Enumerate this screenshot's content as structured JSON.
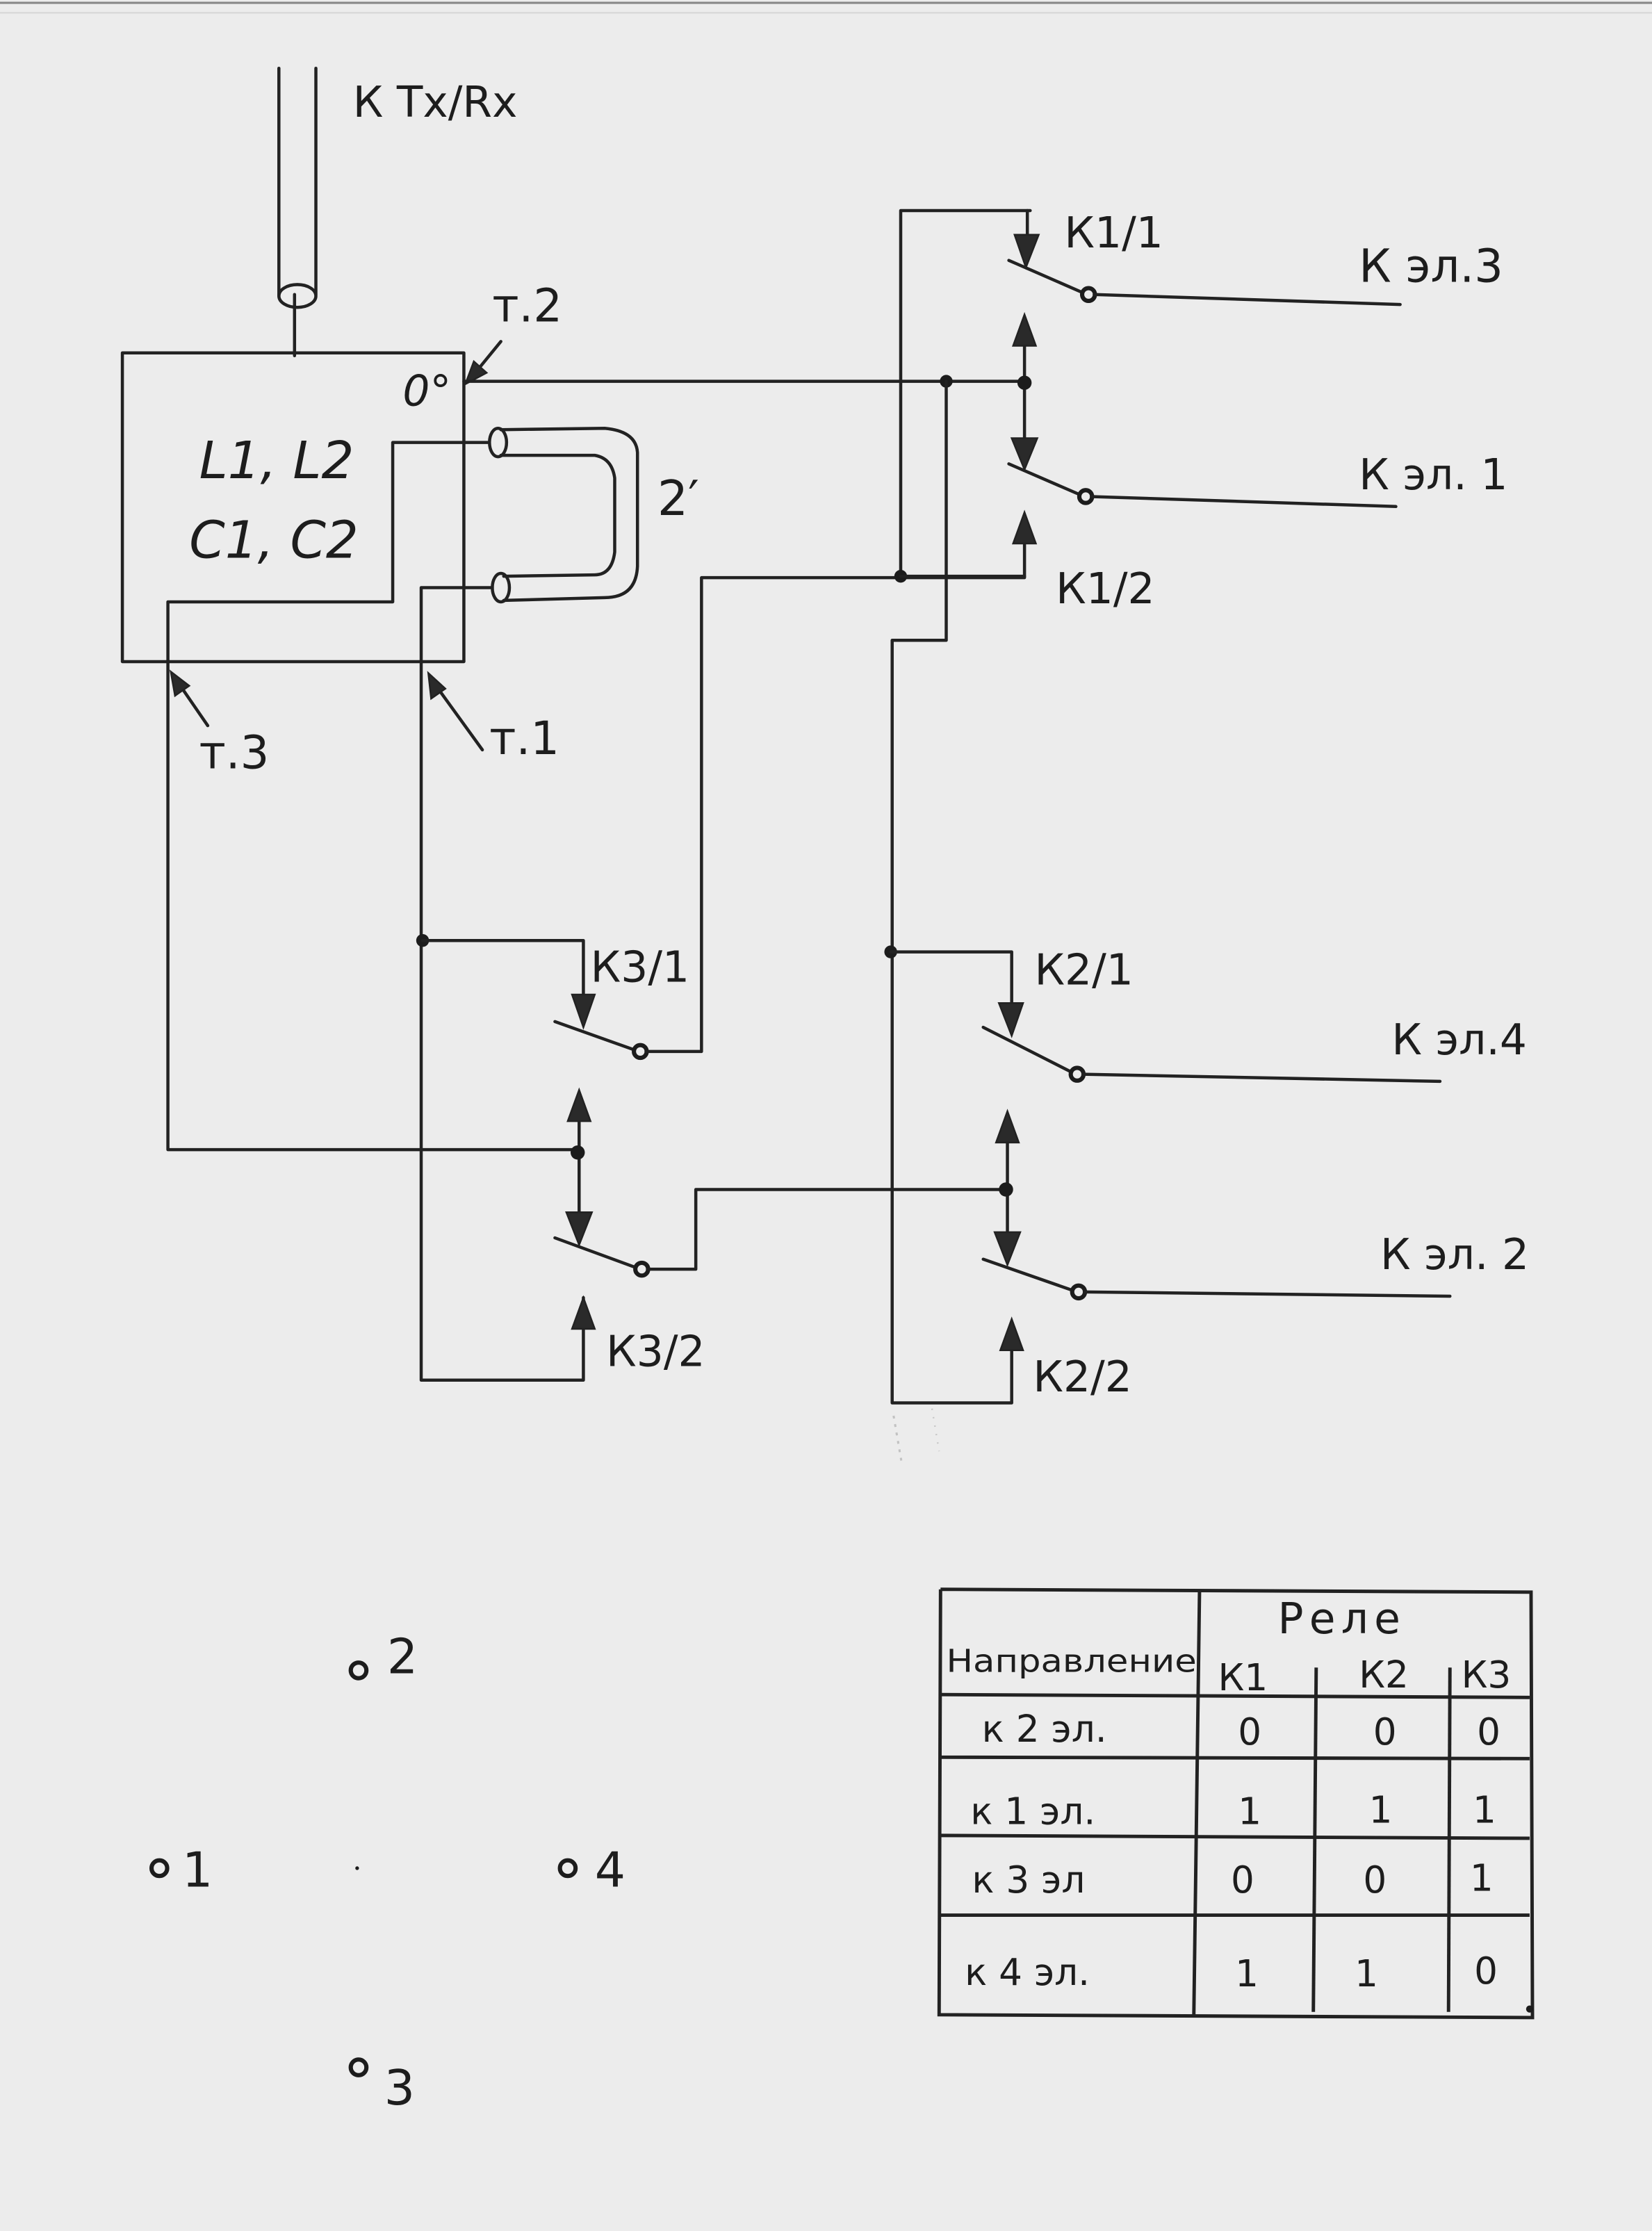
{
  "header": {
    "feed_label": "К  Tx/Rx"
  },
  "matching_box": {
    "components_line1": "L1, L2",
    "components_line2": "C1, C2",
    "zero_point": "0°"
  },
  "points": {
    "t1": "т.1",
    "t2": "т.2",
    "t3": "т.3"
  },
  "loop_label": "2′",
  "relays": {
    "k1_1": "К1/1",
    "k1_2": "К1/2",
    "k2_1": "К2/1",
    "k2_2": "К2/2",
    "k3_1": "К3/1",
    "k3_2": "К3/2"
  },
  "outputs": {
    "el3": "К эл.3",
    "el1": "К эл. 1",
    "el4": "К эл.4",
    "el2": "К эл. 2"
  },
  "antenna_layout": {
    "elements": [
      {
        "id": "2",
        "label": "2"
      },
      {
        "id": "1",
        "label": "1"
      },
      {
        "id": "4",
        "label": "4"
      },
      {
        "id": "3",
        "label": "3"
      }
    ]
  },
  "table": {
    "direction_header": "Направление",
    "relay_header": "Реле",
    "columns": [
      "К1",
      "К2",
      "К3"
    ],
    "rows": [
      {
        "direction": "к 2 эл.",
        "values": [
          "0",
          "0",
          "0"
        ]
      },
      {
        "direction": "к 1 эл.",
        "values": [
          "1",
          "1",
          "1"
        ]
      },
      {
        "direction": "к 3 эл",
        "values": [
          "0",
          "0",
          "1"
        ]
      },
      {
        "direction": "к 4 эл.",
        "values": [
          "1",
          "1",
          "0"
        ]
      }
    ]
  }
}
